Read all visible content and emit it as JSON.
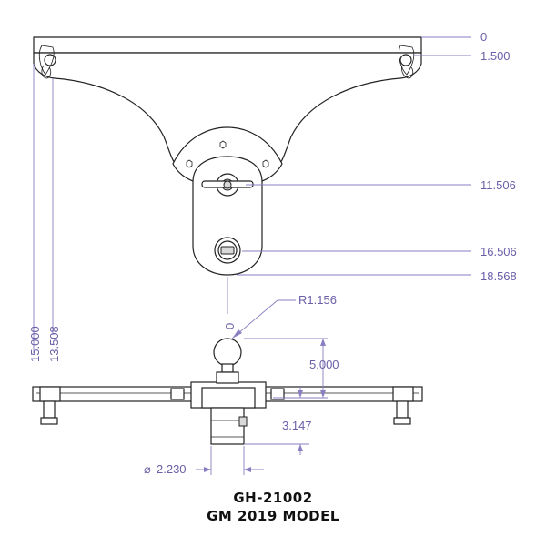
{
  "dimensions": {
    "top_zero": "0",
    "d_1500": "1.500",
    "d_11506": "11.506",
    "d_16506": "16.506",
    "d_18568": "18.568",
    "side_zero": "0",
    "r_1156": "R1.156",
    "d_5000": "5.000",
    "d_3147": "3.147",
    "dia_2230": "2.230",
    "dia_symbol": "⌀",
    "v_15000": "15.000",
    "v_13508": "13.508"
  },
  "title": {
    "part_number": "GH-21002",
    "model": "GM 2019 MODEL"
  },
  "colors": {
    "dimension": "#8a7fc0",
    "dimension_text": "#6b5fa8",
    "outline": "#222222"
  }
}
